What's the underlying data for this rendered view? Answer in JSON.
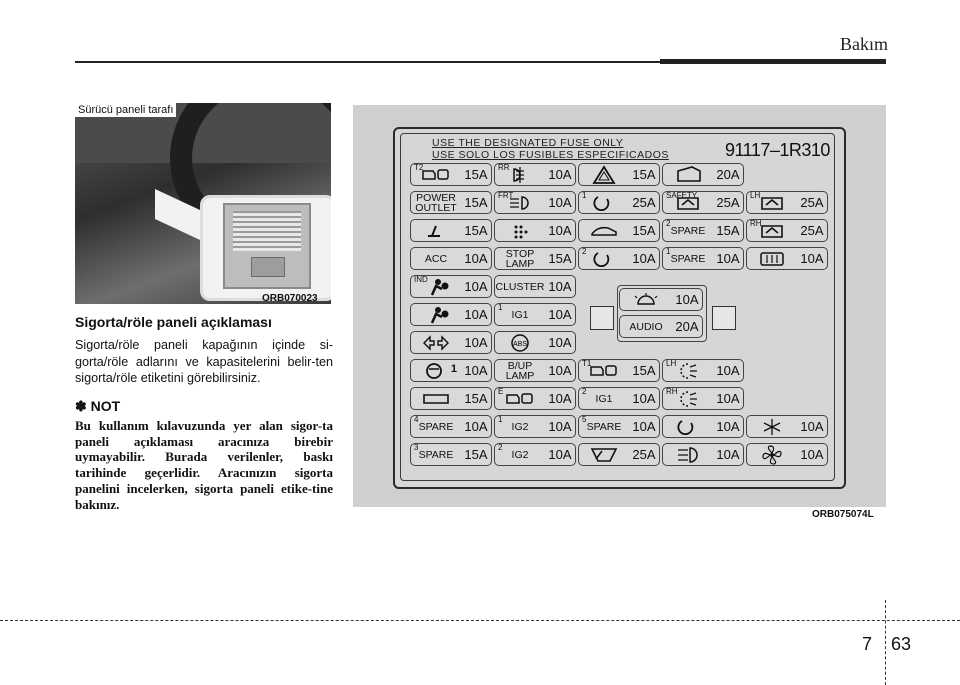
{
  "header": {
    "title": "Bakım"
  },
  "photo": {
    "label": "Sürücü paneli tarafı",
    "caption": "ORB070023"
  },
  "section": {
    "title": "Sigorta/röle paneli açıklaması",
    "body": "Sigorta/röle paneli kapağının içinde si-gorta/röle adlarını ve kapasitelerini belir-ten sigorta/röle etiketini görebilirsiniz."
  },
  "note": {
    "title": "✽ NOT",
    "body": "Bu kullanım kılavuzunda yer alan sigor-ta paneli açıklaması aracınıza birebir uymayabilir. Burada verilenler, baskı tarihinde geçerlidir. Aracınızın sigorta panelini incelerken, sigorta paneli etike-tine bakınız."
  },
  "fuse_panel": {
    "warning_en": "USE THE DESIGNATED FUSE ONLY",
    "warning_es": "USE SOLO LOS FUSIBLES ESPECIFICADOS",
    "part_no": "91117–1R310",
    "caption": "ORB075074L",
    "cells": [
      {
        "tag": "T2",
        "label": "",
        "amp": "15A"
      },
      {
        "tag": "RR",
        "label": "",
        "amp": "10A"
      },
      {
        "tag": "",
        "label": "",
        "amp": "15A"
      },
      {
        "tag": "",
        "label": "",
        "amp": "20A"
      },
      {
        "tag": "",
        "label": "POWER OUTLET",
        "amp": "15A"
      },
      {
        "tag": "FRT",
        "label": "",
        "amp": "10A"
      },
      {
        "tag": "1",
        "label": "",
        "amp": "25A"
      },
      {
        "tag": "SAFETY",
        "label": "",
        "amp": "25A"
      },
      {
        "tag": "LH",
        "label": "",
        "amp": "25A"
      },
      {
        "tag": "",
        "label": "",
        "amp": "15A"
      },
      {
        "tag": "",
        "label": "",
        "amp": "10A"
      },
      {
        "tag": "",
        "label": "",
        "amp": "15A"
      },
      {
        "tag": "2",
        "label": "SPARE",
        "amp": "15A"
      },
      {
        "tag": "RH",
        "label": "",
        "amp": "25A"
      },
      {
        "tag": "",
        "label": "ACC",
        "amp": "10A"
      },
      {
        "tag": "",
        "label": "STOP LAMP",
        "amp": "15A"
      },
      {
        "tag": "2",
        "label": "",
        "amp": "10A"
      },
      {
        "tag": "1",
        "label": "SPARE",
        "amp": "10A"
      },
      {
        "tag": "",
        "label": "",
        "amp": "10A"
      },
      {
        "tag": "IND",
        "label": "",
        "amp": "10A"
      },
      {
        "tag": "",
        "label": "CLUSTER",
        "amp": "10A"
      },
      {
        "tag": "",
        "label": "",
        "amp": "10A"
      },
      {
        "tag": "1",
        "label": "IG1",
        "amp": "10A"
      },
      {
        "tag": "",
        "label": "",
        "amp": "10A"
      },
      {
        "tag": "",
        "label": "",
        "amp": "10A"
      },
      {
        "tag": "",
        "label": "",
        "amp": "10A"
      },
      {
        "tag": "",
        "label": "B/UP LAMP",
        "amp": "10A"
      },
      {
        "tag": "T1",
        "label": "",
        "amp": "15A"
      },
      {
        "tag": "LH",
        "label": "",
        "amp": "10A"
      },
      {
        "tag": "",
        "label": "",
        "amp": "15A"
      },
      {
        "tag": "E",
        "label": "",
        "amp": "10A"
      },
      {
        "tag": "2",
        "label": "IG1",
        "amp": "10A"
      },
      {
        "tag": "RH",
        "label": "",
        "amp": "10A"
      },
      {
        "tag": "4",
        "label": "SPARE",
        "amp": "10A"
      },
      {
        "tag": "1",
        "label": "IG2",
        "amp": "10A"
      },
      {
        "tag": "5",
        "label": "SPARE",
        "amp": "10A"
      },
      {
        "tag": "",
        "label": "",
        "amp": "10A"
      },
      {
        "tag": "",
        "label": "",
        "amp": "10A"
      },
      {
        "tag": "3",
        "label": "SPARE",
        "amp": "15A"
      },
      {
        "tag": "2",
        "label": "IG2",
        "amp": "10A"
      },
      {
        "tag": "",
        "label": "",
        "amp": "25A"
      },
      {
        "tag": "",
        "label": "",
        "amp": "10A"
      },
      {
        "tag": "",
        "label": "",
        "amp": "10A"
      }
    ],
    "center": {
      "room_lamp_amp": "10A",
      "audio_label": "AUDIO",
      "audio_amp": "20A"
    },
    "seat_belt_number": "1"
  },
  "footer": {
    "chapter": "7",
    "page": "63"
  }
}
